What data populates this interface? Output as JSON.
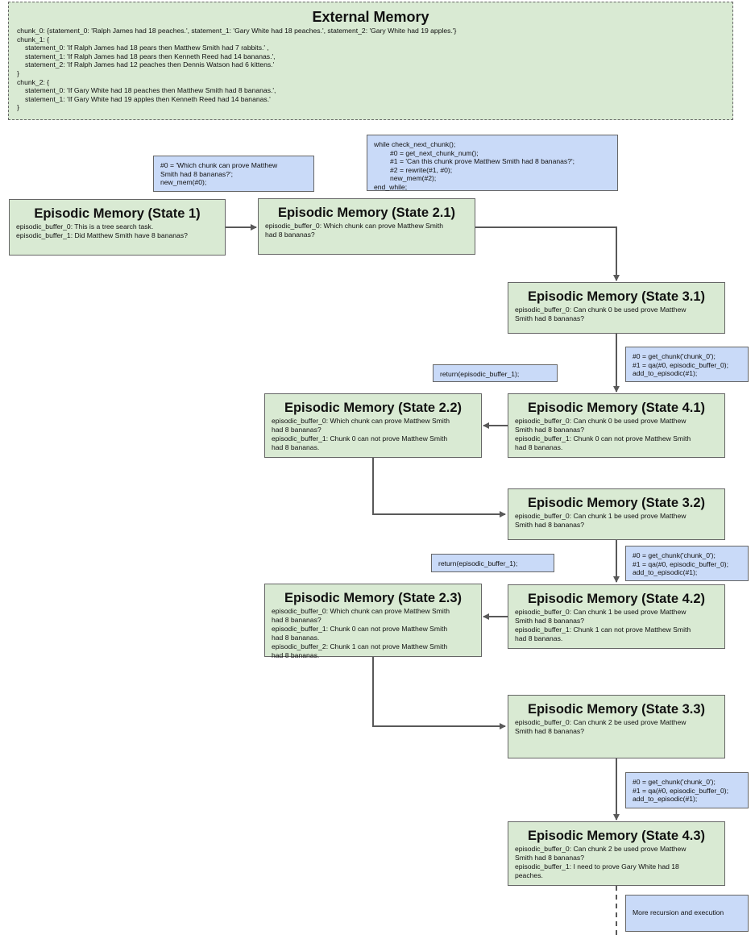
{
  "external_memory": {
    "title": "External Memory",
    "lines": [
      "chunk_0: {statement_0: 'Ralph James had 18 peaches.', statement_1: 'Gary White had 18 peaches.', statement_2: 'Gary White had 19 apples.'}",
      "chunk_1: {",
      "statement_0: 'If Ralph James had 18 pears then Matthew Smith had 7 rabbits.' ,",
      "statement_1: 'If Ralph James had 18 pears then Kenneth Reed had 14 bananas.',",
      "statement_2: 'If Ralph James had 12 peaches then Dennis Watson had 6 kittens.'",
      "}",
      "chunk_2: {",
      "statement_0: 'If Gary White had 18 peaches then Matthew Smith had 8 bananas.',",
      "statement_1: 'If Gary White had 19 apples then Kenneth Reed had 14 bananas.'",
      "}"
    ]
  },
  "states": {
    "s1": {
      "title": "Episodic Memory (State 1)",
      "lines": [
        "episodic_buffer_0: This is a tree search task.",
        "episodic_buffer_1: Did Matthew Smith have 8 bananas?"
      ]
    },
    "s21": {
      "title": "Episodic Memory (State 2.1)",
      "lines": [
        "episodic_buffer_0: Which chunk can prove Matthew Smith",
        "had 8 bananas?"
      ]
    },
    "s31": {
      "title": "Episodic Memory (State 3.1)",
      "lines": [
        "episodic_buffer_0: Can chunk 0 be used prove Matthew",
        "Smith had 8 bananas?"
      ]
    },
    "s41": {
      "title": "Episodic Memory (State 4.1)",
      "lines": [
        "episodic_buffer_0: Can chunk 0 be used prove Matthew",
        "Smith had 8 bananas?",
        "episodic_buffer_1: Chunk 0 can not prove Matthew Smith",
        "had 8 bananas."
      ]
    },
    "s22": {
      "title": "Episodic Memory (State 2.2)",
      "lines": [
        "episodic_buffer_0: Which chunk can prove Matthew Smith",
        "had 8 bananas?",
        "episodic_buffer_1: Chunk 0 can not prove Matthew Smith",
        "had 8 bananas."
      ]
    },
    "s32": {
      "title": "Episodic Memory (State 3.2)",
      "lines": [
        "episodic_buffer_0: Can chunk 1 be used prove Matthew",
        "Smith had 8 bananas?"
      ]
    },
    "s42": {
      "title": "Episodic Memory (State 4.2)",
      "lines": [
        "episodic_buffer_0: Can chunk 1 be used prove Matthew",
        "Smith had 8 bananas?",
        "episodic_buffer_1: Chunk 1 can not prove Matthew Smith",
        "had 8 bananas."
      ]
    },
    "s23": {
      "title": "Episodic Memory (State 2.3)",
      "lines": [
        "episodic_buffer_0: Which chunk can prove Matthew Smith",
        "had 8 bananas?",
        "episodic_buffer_1: Chunk 0 can not prove Matthew Smith",
        "had 8 bananas.",
        "episodic_buffer_2: Chunk 1 can not prove Matthew Smith",
        "had 8 bananas."
      ]
    },
    "s33": {
      "title": "Episodic Memory (State 3.3)",
      "lines": [
        "episodic_buffer_0: Can chunk 2 be used prove Matthew",
        "Smith had 8 bananas?"
      ]
    },
    "s43": {
      "title": "Episodic Memory (State 4.3)",
      "lines": [
        "episodic_buffer_0: Can chunk 2 be used prove Matthew",
        "Smith had 8 bananas?",
        "episodic_buffer_1: I need to prove Gary White had 18",
        "peaches."
      ]
    }
  },
  "code_blocks": {
    "c1": [
      "#0 = 'Which chunk can prove Matthew",
      "Smith had 8 bananas?';",
      "new_mem(#0);"
    ],
    "c2": [
      "while check_next_chunk();",
      "#0 = get_next_chunk_num();",
      "#1 = 'Can this chunk prove Matthew Smith had 8 bananas?';",
      "#2 = rewrite(#1, #0);",
      "new_mem(#2);",
      "end_while;"
    ],
    "c3": [
      "#0 = get_chunk('chunk_0');",
      "#1 = qa(#0, episodic_buffer_0);",
      "add_to_episodic(#1);"
    ],
    "c4": [
      "return(episodic_buffer_1);"
    ],
    "c5": [
      "#0 = get_chunk('chunk_0');",
      "#1 = qa(#0, episodic_buffer_0);",
      "add_to_episodic(#1);"
    ],
    "c6": [
      "return(episodic_buffer_1);"
    ],
    "c7": [
      "#0 = get_chunk('chunk_0');",
      "#1 = qa(#0, episodic_buffer_0);",
      "add_to_episodic(#1);"
    ],
    "c8": [
      "More recursion and execution"
    ]
  },
  "colors": {
    "state_fill": "#d9ead3",
    "code_fill": "#c9daf8",
    "border": "#666666",
    "arrow": "#595959"
  }
}
